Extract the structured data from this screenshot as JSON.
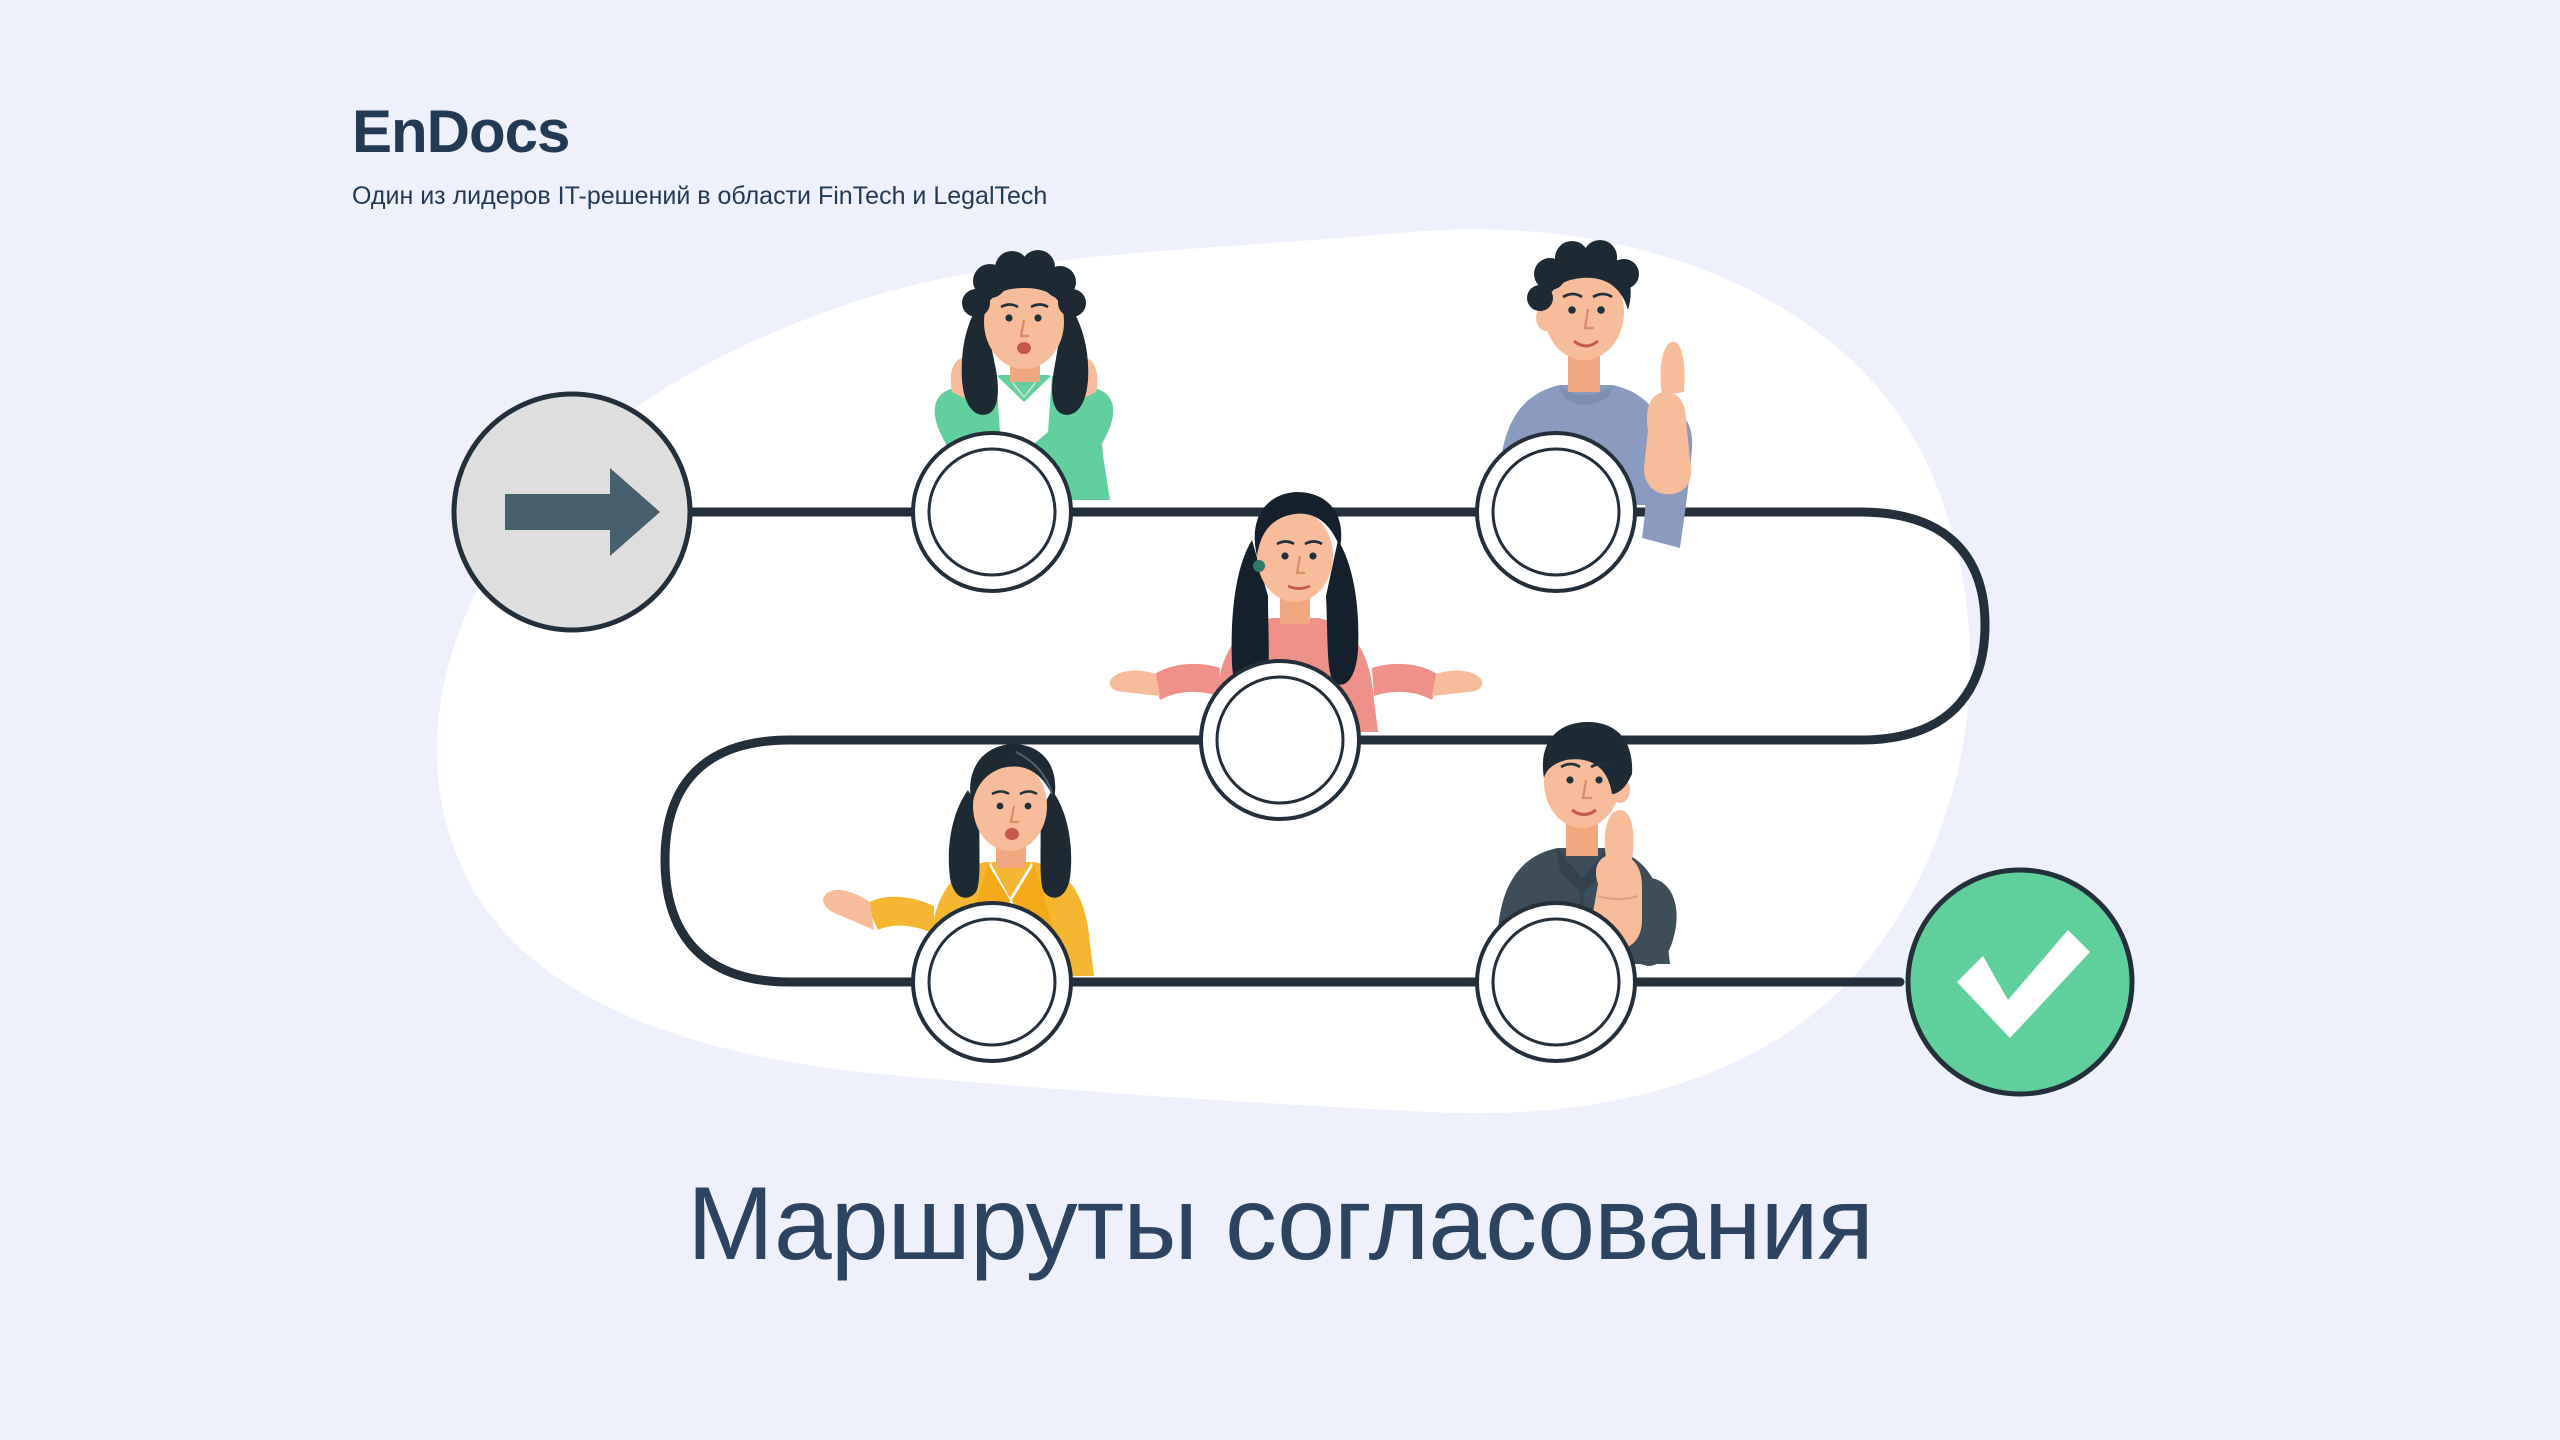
{
  "meta": {
    "background_color": "#eef0fc",
    "blob_color": "#ffffff",
    "line_color": "#232f3a",
    "navy": "#233a55",
    "title_color": "#2c4461"
  },
  "brand": {
    "title": "EnDocs",
    "subtitle": "Один из лидеров IT-решений в области FinTech и LegalTech"
  },
  "page": {
    "title": "Маршруты согласования"
  },
  "flow": {
    "start": {
      "name": "start-node",
      "icon": "arrow-right-icon",
      "fill": "#dedede",
      "icon_color": "#47606e",
      "stroke": "#232f3a"
    },
    "end": {
      "name": "end-node",
      "icon": "check-icon",
      "fill": "#5fd09c",
      "icon_color": "#ffffff",
      "stroke": "#232f3a"
    },
    "steps": [
      {
        "id": "step-1",
        "label": "approver-1",
        "character": "woman-curly-hair-green-jacket",
        "hair": "#1e2a33",
        "skin": "#f5b189",
        "clothing": "#62d09e",
        "accent": "#ffffff",
        "pose": "hands-raised"
      },
      {
        "id": "step-2",
        "label": "approver-2",
        "character": "man-curly-hair-blue-sweater",
        "hair": "#1e2a33",
        "skin": "#f7b68e",
        "clothing": "#8b9bc0",
        "accent": "#7d8eb5",
        "pose": "pointing-up"
      },
      {
        "id": "step-3",
        "label": "approver-3",
        "character": "woman-long-hair-pink-top",
        "hair": "#14202b",
        "skin": "#f7bd9a",
        "clothing": "#f09189",
        "accent": "#e8817c",
        "pose": "shrugging"
      },
      {
        "id": "step-4",
        "label": "approver-4",
        "character": "woman-bob-hair-yellow-blazer",
        "hair": "#1e2a33",
        "skin": "#f7bd9a",
        "clothing": "#f5b731",
        "accent": "#ffffff",
        "pose": "hand-raised"
      },
      {
        "id": "step-5",
        "label": "approver-5",
        "character": "man-short-hair-dark-shirt",
        "hair": "#1e2a33",
        "skin": "#f7b68e",
        "clothing": "#3d4e59",
        "accent": "#33424c",
        "pose": "thumbs-up"
      }
    ]
  }
}
